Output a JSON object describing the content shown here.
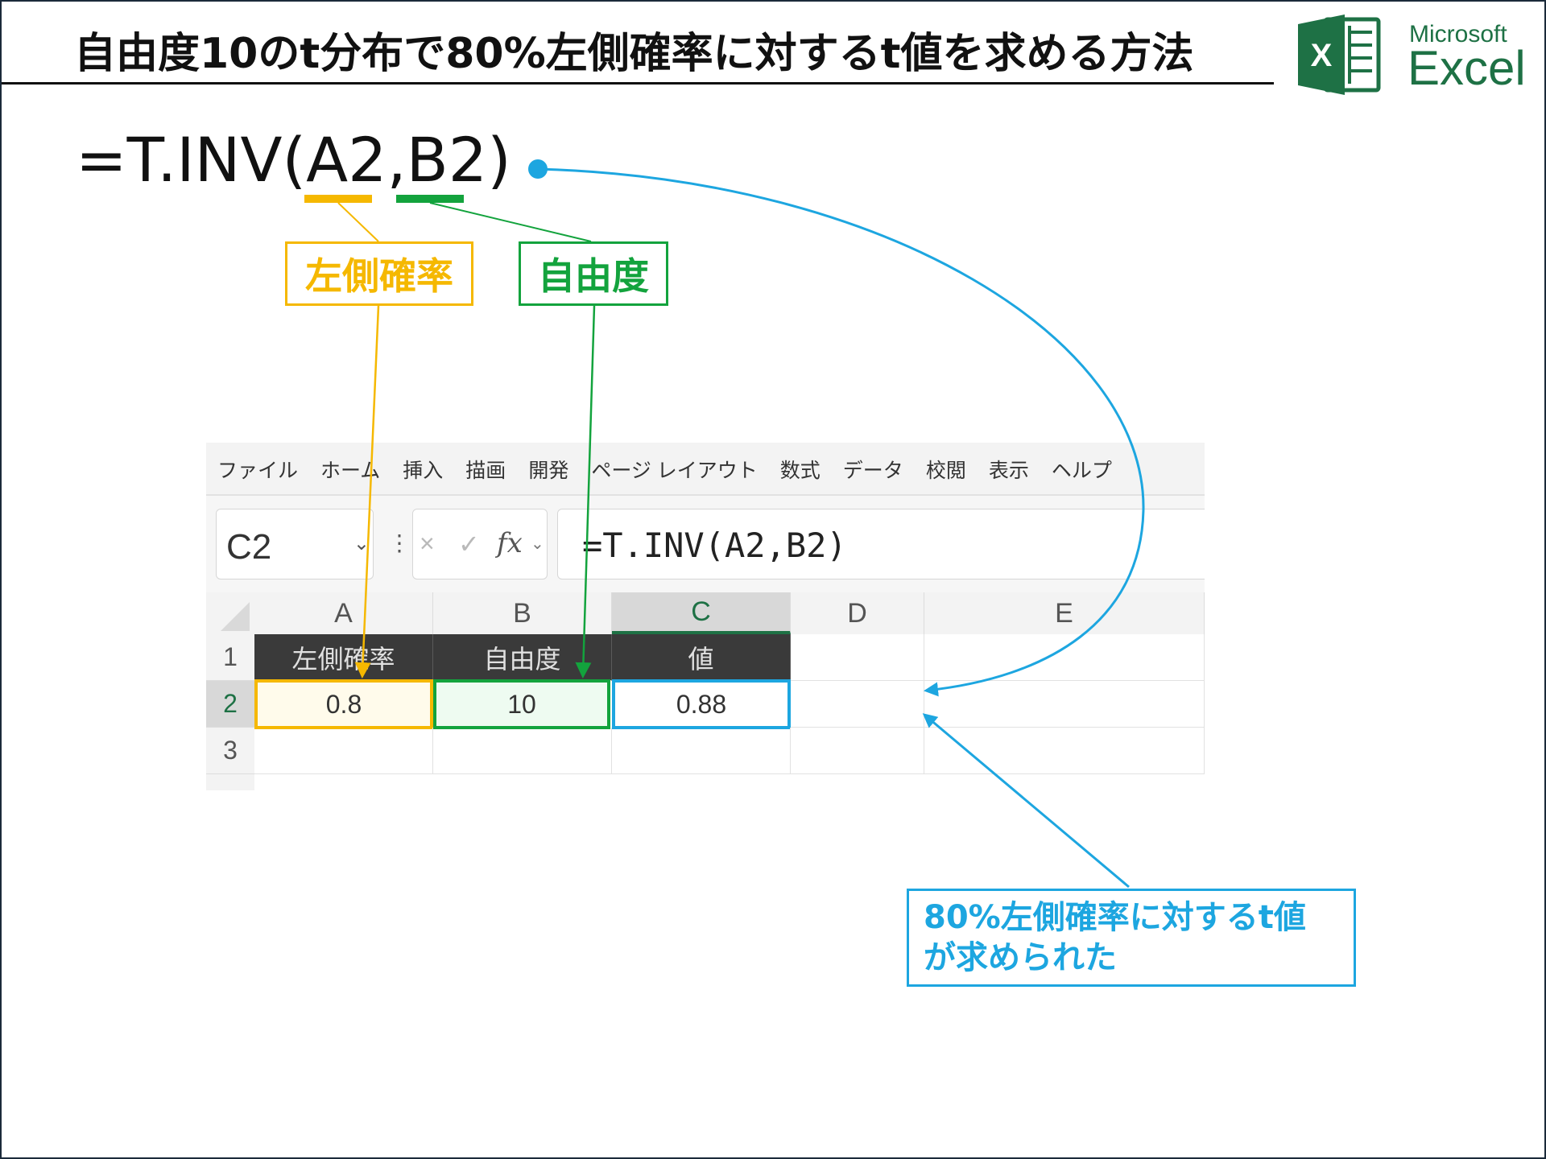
{
  "title": "自由度10のt分布で80%左側確率に対するt値を求める方法",
  "logo": {
    "microsoft": "Microsoft",
    "excel": "Excel",
    "letter": "X"
  },
  "formula": {
    "prefix": "=T.INV(",
    "arg1": "A2",
    "comma": ",",
    "arg2": "B2",
    "suffix": ")"
  },
  "labels": {
    "probability": "左側確率",
    "degrees_of_freedom": "自由度"
  },
  "result_note": {
    "line1": "80%左側確率に対するt値",
    "line2": "が求められた"
  },
  "excel": {
    "tabs": [
      "ファイル",
      "ホーム",
      "挿入",
      "描画",
      "開発",
      "ページ レイアウト",
      "数式",
      "データ",
      "校閲",
      "表示",
      "ヘルプ"
    ],
    "name_box": "C2",
    "fx_label": "fx",
    "cancel_icon": "×",
    "enter_icon": "✓",
    "formula_bar": "=T.INV(A2,B2)",
    "columns": [
      "A",
      "B",
      "C",
      "D",
      "E"
    ],
    "rows": [
      "1",
      "2",
      "3"
    ],
    "header_row": [
      "左側確率",
      "自由度",
      "値"
    ],
    "data_row": [
      "0.8",
      "10",
      "0.88"
    ],
    "selected_column": "C",
    "selected_row": "2"
  },
  "colors": {
    "probability": "#f5b800",
    "degrees_of_freedom": "#13a33d",
    "result": "#1da6e0",
    "excel_green": "#1e7145"
  }
}
